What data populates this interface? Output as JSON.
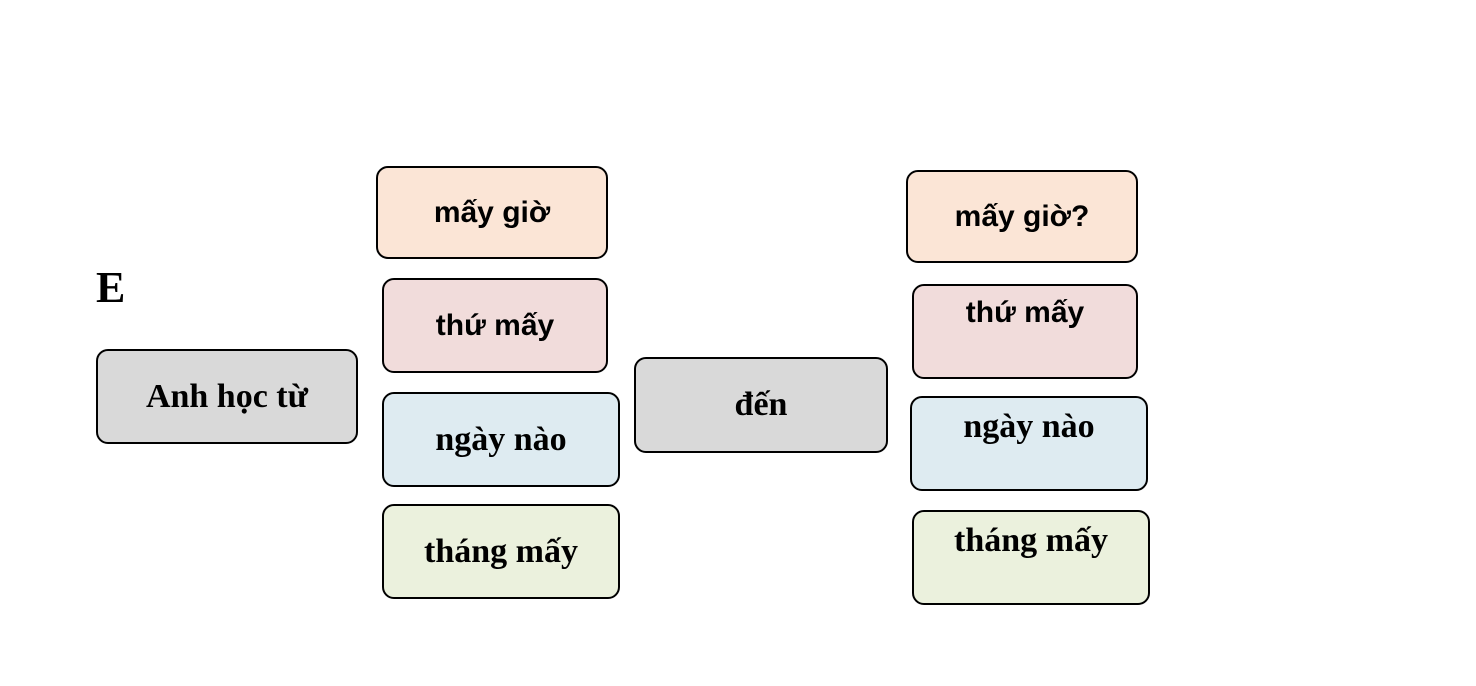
{
  "heading": "E",
  "start_phrase": "Anh học từ",
  "left_options": [
    "mấy giờ",
    "thứ mấy",
    "ngày nào",
    "tháng mấy"
  ],
  "connector": "đến",
  "right_options": [
    "mấy giờ?",
    "thứ mấy",
    "ngày nào",
    "tháng mấy"
  ],
  "colors": {
    "phrase_fill": "#d9d9d9",
    "option_1_fill": "#fbe5d6",
    "option_2_fill": "#f1dcdb",
    "option_3_fill": "#deebf1",
    "option_4_fill": "#ebf1dd",
    "border": "#000000"
  }
}
